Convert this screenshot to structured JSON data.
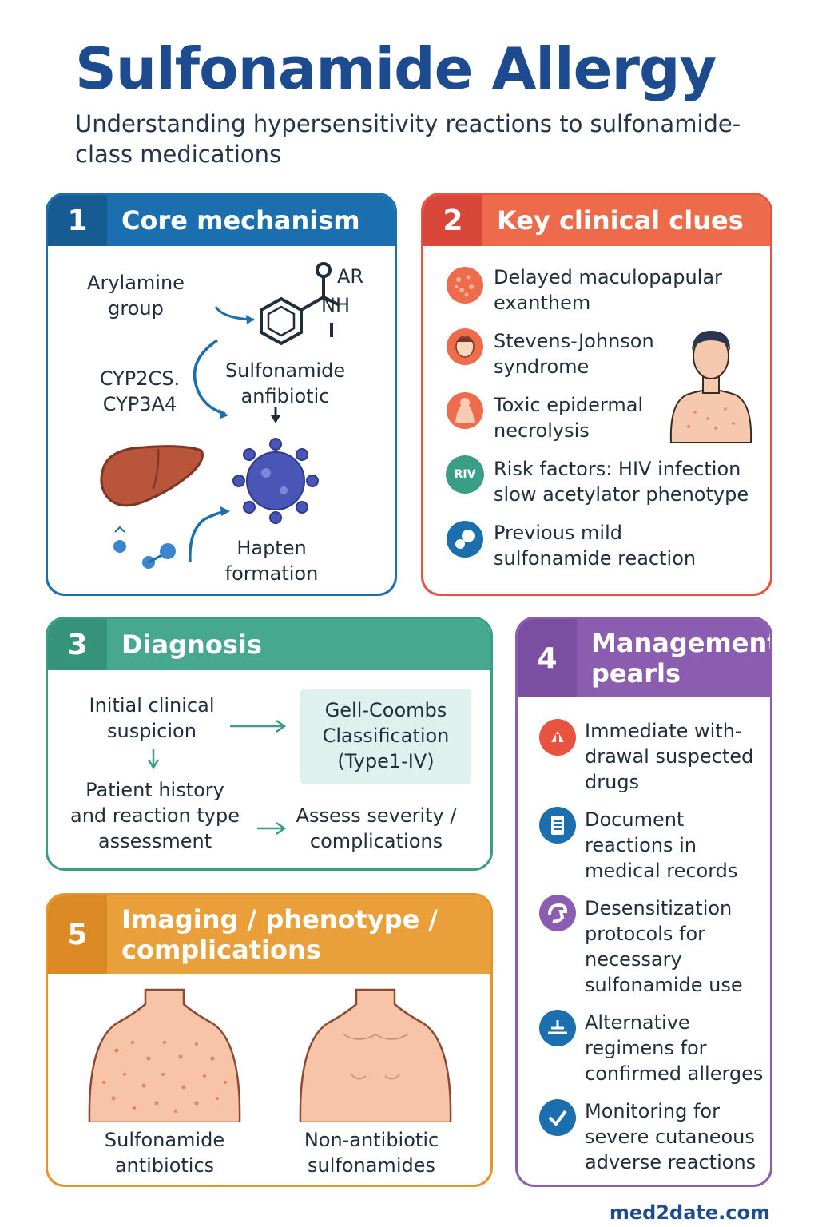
{
  "header": {
    "title": "Sulfonamide Allergy",
    "subtitle": "Understanding hypersensitivity reactions to sulfonamide-\nclass medications"
  },
  "colors": {
    "navy": "#1d4b8f",
    "blue": "#1b6fae",
    "red_orange": "#e8523f",
    "teal": "#3a9e86",
    "purple": "#8a5db0",
    "orange": "#e6952c"
  },
  "panel1": {
    "number": "1",
    "title": "Core mechanism",
    "arylamine": "Arylamine\ngroup",
    "ar": "AR",
    "nh": "NH",
    "cyp": "CYP2CS.\nCYP3A4",
    "sulfonamide": "Sulfonamide\nanfibiotic",
    "hapten": "Hapten\nformation"
  },
  "panel2": {
    "number": "2",
    "title": "Key clinical clues",
    "items": [
      {
        "text": "Delayed maculopapular\nexanthem",
        "icon": "rash-icon"
      },
      {
        "text": "Stevens-Johnson\nsyndrome",
        "icon": "face-icon"
      },
      {
        "text": "Toxic epidermal\nnecrolysis",
        "icon": "skin-icon"
      },
      {
        "text": "Risk factors: HIV infection\nslow acetylator phenotype",
        "icon": "hiv-icon",
        "badge": "RIV"
      },
      {
        "text": "Previous mild\nsulfonamide reaction",
        "icon": "pill-icon"
      }
    ]
  },
  "panel3": {
    "number": "3",
    "title": "Diagnosis",
    "initial": "Initial clinical\nsuspicion",
    "gell": "Gell-Coombs\nClassification\n(Type1-IV)",
    "history": "Patient history\nand reaction type\nassessment",
    "assess": "Assess severity /\ncomplications"
  },
  "panel4": {
    "number": "4",
    "title": "Management\npearls",
    "items": [
      {
        "text": "Immediate with-\ndrawal suspected\ndrugs",
        "icon": "stop-icon",
        "color": "#e8523f"
      },
      {
        "text": "Document\nreactions in\nmedical records",
        "icon": "document-icon",
        "color": "#1b6fae"
      },
      {
        "text": "Desensitization\nprotocols for\nnecessary\nsulfonamide use",
        "icon": "protocol-icon",
        "color": "#8a5db0"
      },
      {
        "text": "Alternative\nregimens for\nconfirmed allerges",
        "icon": "balance-icon",
        "color": "#1b6fae"
      },
      {
        "text": "Monitoring for\nsevere cutaneous\nadverse reactions",
        "icon": "monitor-icon",
        "color": "#1b6fae"
      }
    ]
  },
  "panel5": {
    "number": "5",
    "title": "Imaging / phenotype /\ncomplications",
    "left": "Sulfonamide\nantibiotics",
    "right": "Non-antibiotic\nsulfonamides"
  },
  "footer": {
    "brand": "med2date.com"
  }
}
